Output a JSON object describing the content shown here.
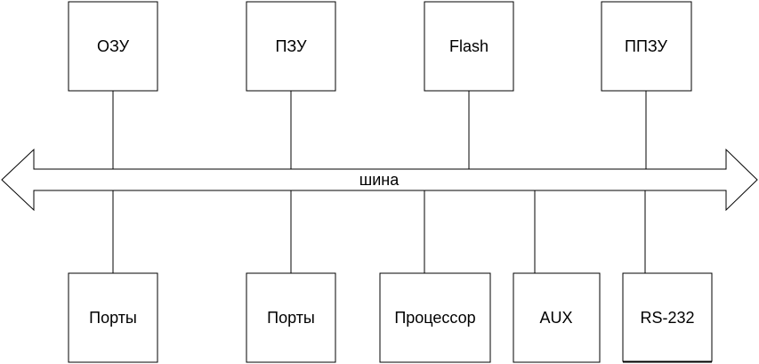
{
  "bus": {
    "label": "шина"
  },
  "top_blocks": [
    {
      "label": "ОЗУ"
    },
    {
      "label": "ПЗУ"
    },
    {
      "label": "Flash"
    },
    {
      "label": "ППЗУ"
    }
  ],
  "bottom_blocks": [
    {
      "label": "Порты"
    },
    {
      "label": "Порты"
    },
    {
      "label": "Процессор"
    },
    {
      "label": "AUX"
    },
    {
      "label": "RS-232"
    }
  ],
  "colors": {
    "line": "#000000",
    "fill": "#ffffff"
  }
}
